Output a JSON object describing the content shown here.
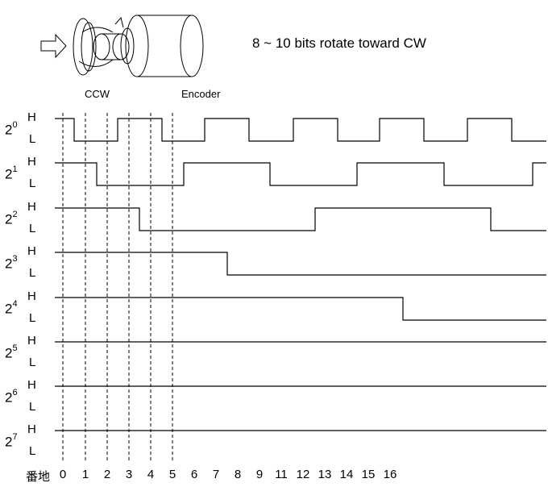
{
  "caption": "8 ~ 10 bits rotate toward CW",
  "labels": {
    "ccw": "CCW",
    "encoder": "Encoder"
  },
  "level_high": "H",
  "level_low": "L",
  "bit_base": "2",
  "bits": [
    {
      "exp": "0"
    },
    {
      "exp": "1"
    },
    {
      "exp": "2"
    },
    {
      "exp": "3"
    },
    {
      "exp": "4"
    },
    {
      "exp": "5"
    },
    {
      "exp": "6"
    },
    {
      "exp": "7"
    }
  ],
  "address_label": "番地",
  "addresses": [
    "0",
    "1",
    "2",
    "3",
    "4",
    "5",
    "6",
    "7",
    "8",
    "9",
    "11",
    "12",
    "13",
    "14",
    "15",
    "16"
  ]
}
